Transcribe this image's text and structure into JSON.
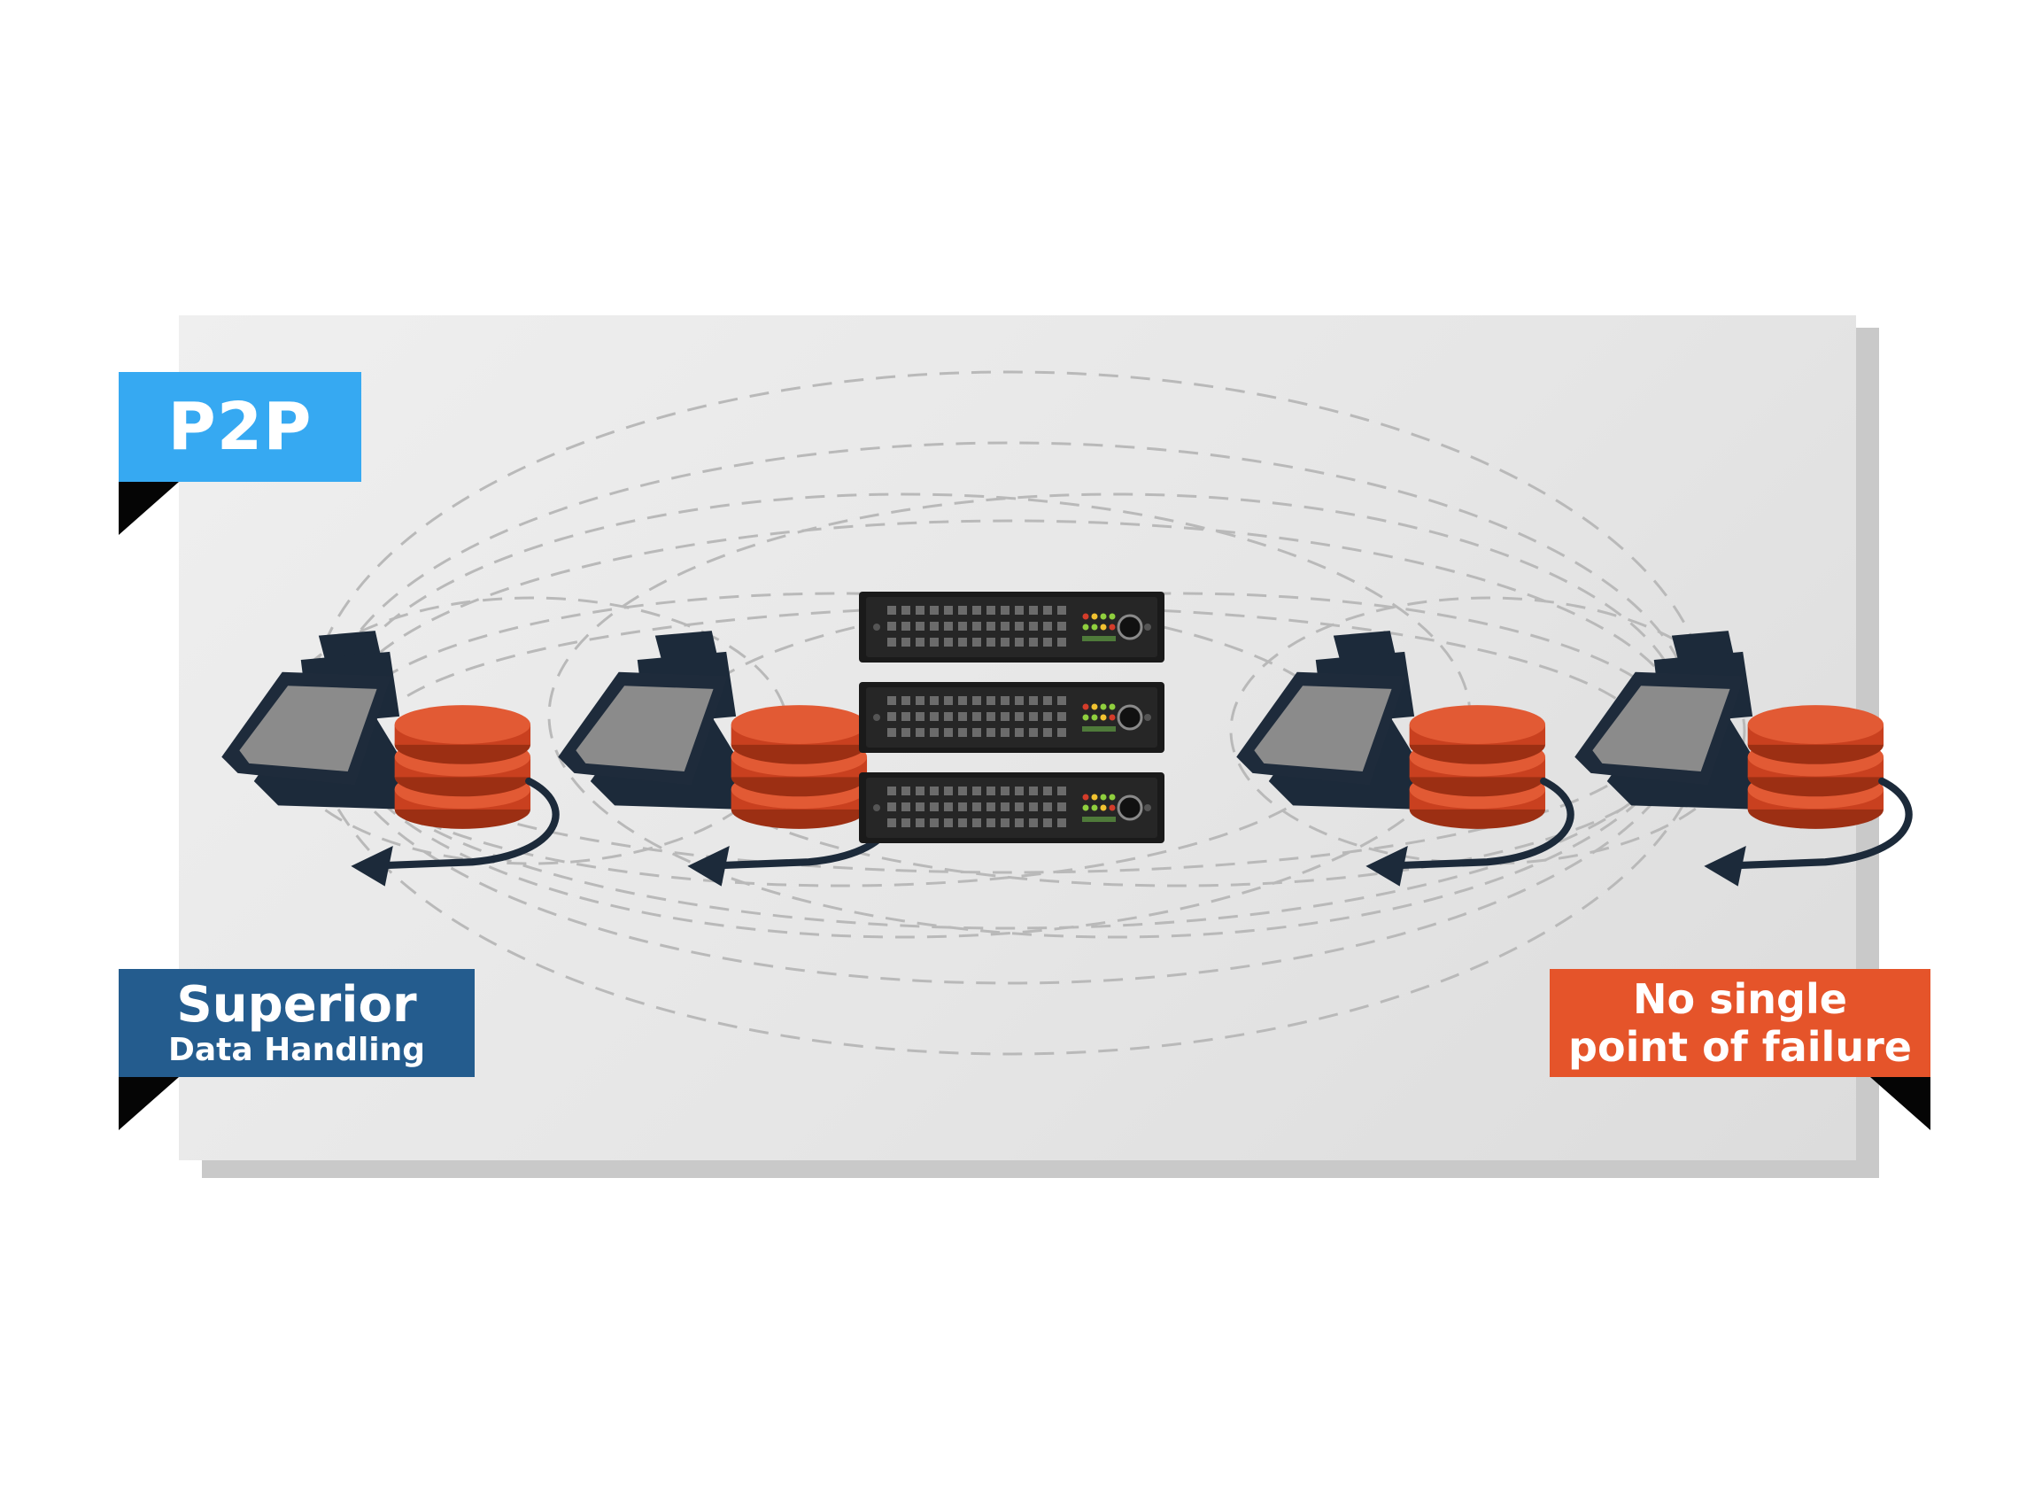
{
  "tags": {
    "p2p": "P2P",
    "superior_line1": "Superior",
    "superior_line2": "Data Handling",
    "nospof_line1": "No single",
    "nospof_line2": "point of failure"
  },
  "colors": {
    "p2p_blue": "#36a9f2",
    "superior_blue": "#245c8e",
    "nospof_orange": "#e5542a",
    "terminal_navy": "#1c2a3a",
    "database_red": "#c9401f"
  },
  "nodes": [
    {
      "icon": "pos-terminal-icon",
      "storage": "database-icon"
    },
    {
      "icon": "pos-terminal-icon",
      "storage": "database-icon"
    },
    {
      "icon": "pos-terminal-icon",
      "storage": "database-icon"
    },
    {
      "icon": "pos-terminal-icon",
      "storage": "database-icon"
    }
  ],
  "center": {
    "icon": "server-rack-icon",
    "units": 3
  }
}
